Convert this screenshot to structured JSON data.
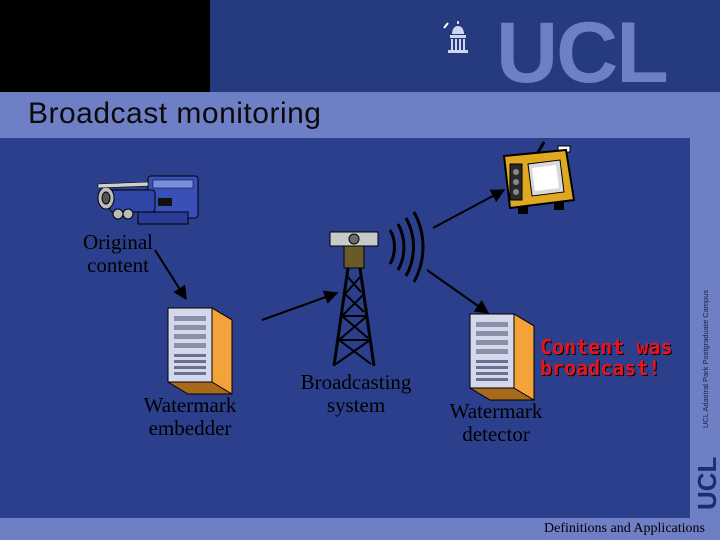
{
  "slide": {
    "title": "Broadcast monitoring",
    "logo_text": "UCL",
    "side_text": "UCL Adastral Park Postgraduate Campus",
    "footer": "Definitions and Applications"
  },
  "diagram": {
    "nodes": {
      "original": "Original content",
      "embedder_line1": "Watermark",
      "embedder_line2": "embedder",
      "broadcast_line1": "Broadcasting",
      "broadcast_line2": "system",
      "detector_line1": "Watermark",
      "detector_line2": "detector",
      "result_line1": "Content was",
      "result_line2": "broadcast!"
    },
    "colors": {
      "background": "#2b3f8c",
      "band": "#6f7fc6",
      "result_text": "#e8141c"
    },
    "icons": [
      "video-camera-icon",
      "server-tower-icon",
      "broadcast-tower-icon",
      "server-tower-icon",
      "television-icon",
      "portico-icon"
    ]
  }
}
